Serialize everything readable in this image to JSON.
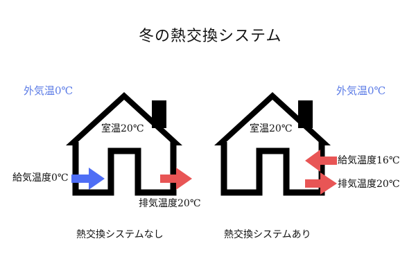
{
  "title": "冬の熱交換システム",
  "colors": {
    "cold_text": "#5b7be6",
    "cold_arrow": "#4f6ef5",
    "warm_arrow": "#e85555",
    "house": "#000000"
  },
  "left": {
    "outside_temp": "外気温0℃",
    "room_temp": "室温20℃",
    "intake_label": "給気温度0℃",
    "exhaust_label": "排気温度20℃",
    "caption": "熱交換システムなし"
  },
  "right": {
    "outside_temp": "外気温0℃",
    "room_temp": "室温20℃",
    "intake_label": "給気温度16℃",
    "exhaust_label": "排気温度20℃",
    "caption": "熱交換システムあり"
  }
}
